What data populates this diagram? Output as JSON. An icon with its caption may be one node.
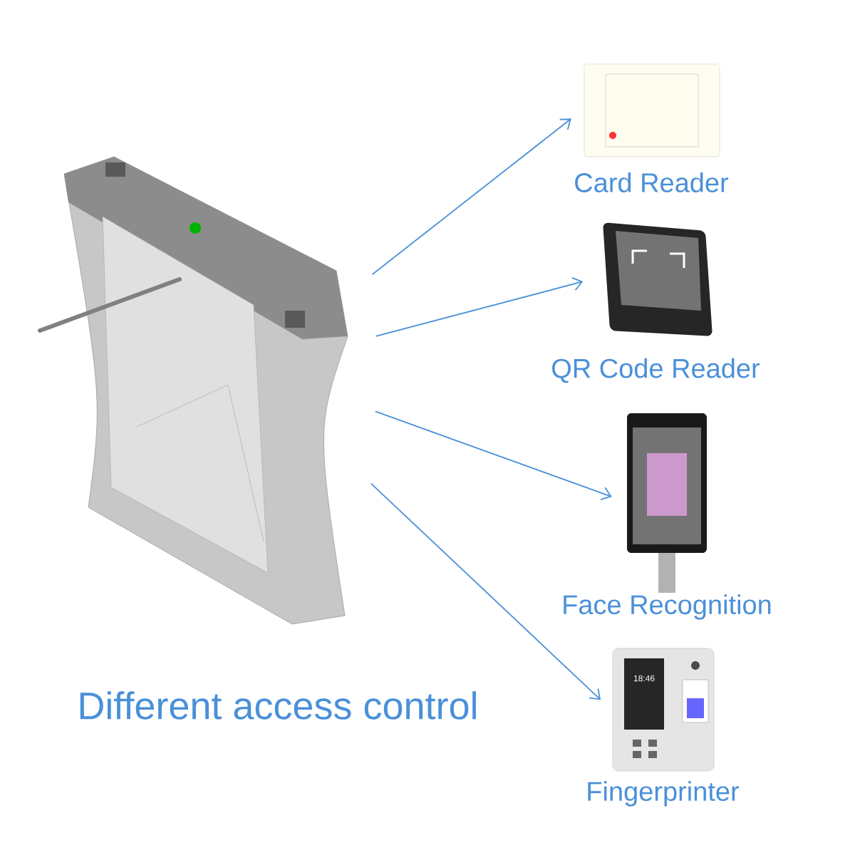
{
  "diagram": {
    "title": "Different access control",
    "nodes": [
      {
        "text": [],
        "shape": "picture"
      },
      {
        "text": [],
        "shape": "picture",
        "beside": [
          "Card Reader"
        ]
      },
      {
        "text": [],
        "shape": "picture",
        "beside": [
          "QR Code Reader"
        ]
      },
      {
        "text": [],
        "shape": "picture",
        "beside": [
          "Face Recognition"
        ]
      },
      {
        "text": [],
        "shape": "picture",
        "beside": [
          "Fingerprinter"
        ]
      }
    ],
    "edges": [
      {
        "from": 0,
        "to": 1,
        "arrow": "to"
      },
      {
        "from": 0,
        "to": 2,
        "arrow": "to"
      },
      {
        "from": 0,
        "to": 3,
        "arrow": "to"
      },
      {
        "from": 0,
        "to": 4,
        "arrow": "to"
      }
    ],
    "labels": [
      "18:46"
    ]
  }
}
